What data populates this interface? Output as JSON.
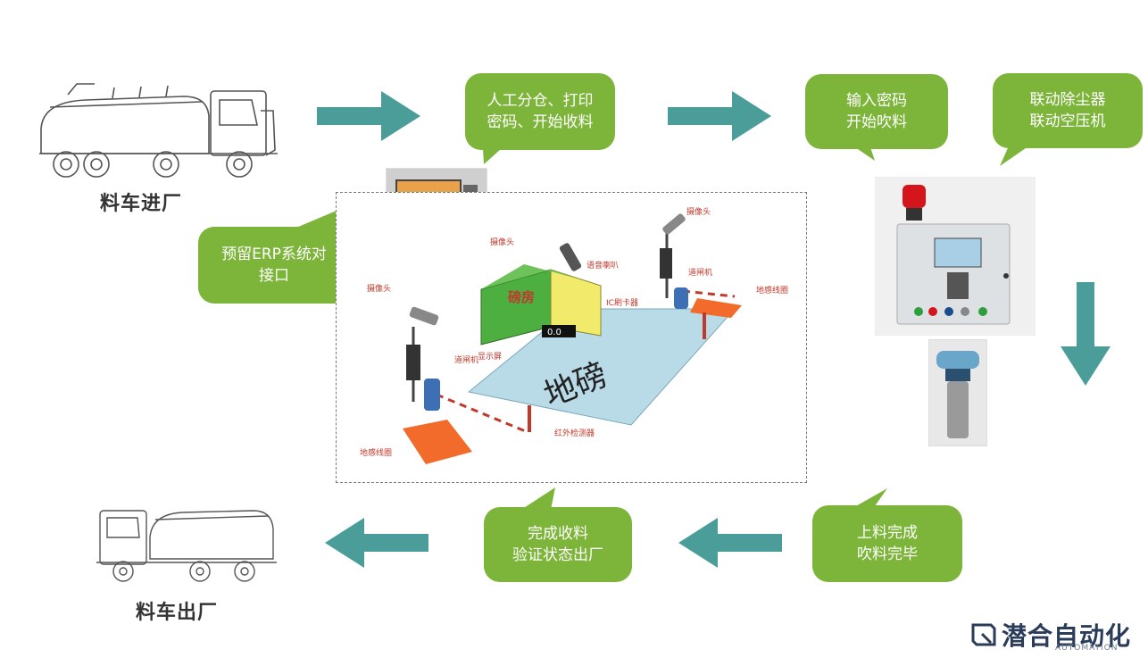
{
  "steps": {
    "truck_in": "料车进厂",
    "truck_out": "料车出厂",
    "manual_split": "人工分仓、打印\n密码、开始收料",
    "input_password": "输入密码\n开始吹料",
    "linkage": "联动除尘器\n联动空压机",
    "erp": "预留ERP系统对\n接口",
    "loading_done": "上料完成\n吹料完毕",
    "receive_done": "完成收料\n验证状态出厂"
  },
  "scale_yard": {
    "ground_scale": "地磅",
    "scale_house": "磅房",
    "display_reading": "0.0",
    "camera_left": "摄像头",
    "camera_top": "摄像头",
    "camera_right": "摄像头",
    "barrier_left": "道闸机",
    "barrier_right": "道闸机",
    "loop_left": "地感线圈",
    "loop_right": "地感线圈",
    "display_screen": "显示屏",
    "speaker": "语音喇叭",
    "ic_reader": "IC刷卡器",
    "ir_detector": "红外检测器"
  },
  "logo": {
    "name": "潜合自动化",
    "sub": "AUTOMATION"
  },
  "colors": {
    "bubble_green": "#7db53a",
    "arrow_teal": "#4a9d98",
    "scale_blue": "#b9dbe8",
    "pad_orange": "#f26b2a"
  }
}
